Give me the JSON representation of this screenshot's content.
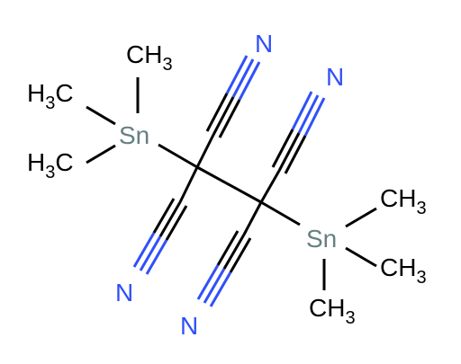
{
  "molecule": {
    "colors": {
      "bond": "#000000",
      "nitrogen": "#3050F8",
      "tin": "#668080",
      "carbon": "#000000"
    },
    "atoms": {
      "sn_left": "Sn",
      "sn_right": "Sn",
      "n_top_left": "N",
      "n_top_right": "N",
      "n_bottom_left": "N",
      "n_bottom_right": "N",
      "me_top_left": {
        "main": "CH",
        "sub": "3"
      },
      "me_left_upper": {
        "main": "H",
        "sub": "3",
        "tail": "C"
      },
      "me_left_lower": {
        "main": "H",
        "sub": "3",
        "tail": "C"
      },
      "me_right_upper": {
        "main": "CH",
        "sub": "3"
      },
      "me_right_middle": {
        "main": "CH",
        "sub": "3"
      },
      "me_right_lower": {
        "main": "CH",
        "sub": "3"
      }
    }
  }
}
